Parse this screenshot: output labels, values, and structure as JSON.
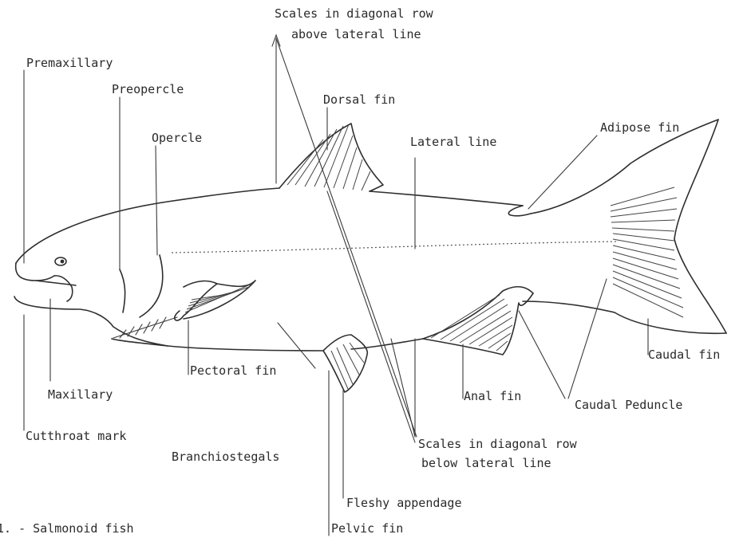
{
  "labels": {
    "scales_above": [
      "Scales in diagonal row",
      "above lateral line"
    ],
    "premaxillary": "Premaxillary",
    "preopercle": "Preopercle",
    "opercle": "Opercle",
    "dorsal_fin": "Dorsal fin",
    "lateral_line": "Lateral line",
    "adipose_fin": "Adipose fin",
    "pectoral_fin": "Pectoral fin",
    "maxillary": "Maxillary",
    "cutthroat_mark": "Cutthroat mark",
    "branchiostegals": "Branchiostegals",
    "anal_fin": "Anal fin",
    "caudal_peduncle": "Caudal Peduncle",
    "caudal_fin": "Caudal fin",
    "scales_below": [
      "Scales in diagonal row",
      "below lateral line"
    ],
    "fleshy_appendage": "Fleshy appendage",
    "pelvic_fin": "Pelvic fin",
    "caption": "1. - Salmonoid fish"
  },
  "colors": {
    "ink": "#2e2e2e",
    "paper": "#ffffff"
  }
}
